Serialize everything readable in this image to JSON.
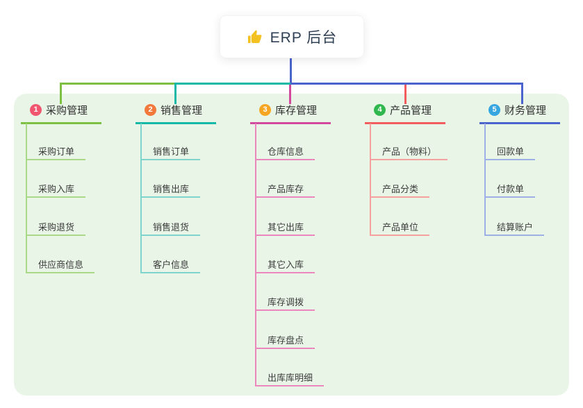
{
  "root": {
    "label": "ERP 后台",
    "icon": "thumbs-up-icon",
    "icon_color": "#f3c120",
    "drop_line_color": "#4b63cd"
  },
  "panel": {
    "background": "#e9f6e7"
  },
  "connector": {
    "spine_green": "#7dc142",
    "spine_teal": "#14b8a6",
    "spine_blue": "#4b63cd",
    "drop_magenta": "#d14a9d",
    "drop_red": "#f25c5c"
  },
  "branches": [
    {
      "number": "1",
      "label": "采购管理",
      "badge_color": "#f1566f",
      "line_color": "#7dc142",
      "child_line_color": "#a9d887",
      "children": [
        "采购订单",
        "采购入库",
        "采购退货",
        "供应商信息"
      ]
    },
    {
      "number": "2",
      "label": "销售管理",
      "badge_color": "#f2793b",
      "line_color": "#14b8a6",
      "child_line_color": "#7fd4cb",
      "children": [
        "销售订单",
        "销售出库",
        "销售退货",
        "客户信息"
      ]
    },
    {
      "number": "3",
      "label": "库存管理",
      "badge_color": "#f6a623",
      "line_color": "#d14a9d",
      "child_line_color": "#ec87be",
      "children": [
        "仓库信息",
        "产品库存",
        "其它出库",
        "其它入库",
        "库存调拨",
        "库存盘点",
        "出库库明细"
      ]
    },
    {
      "number": "4",
      "label": "产品管理",
      "badge_color": "#30b84e",
      "line_color": "#f25c5c",
      "child_line_color": "#f7a0a0",
      "children": [
        "产品（物料）",
        "产品分类",
        "产品单位"
      ]
    },
    {
      "number": "5",
      "label": "财务管理",
      "badge_color": "#36a5e0",
      "line_color": "#4b63cd",
      "child_line_color": "#9cb0e6",
      "children": [
        "回款单",
        "付款单",
        "结算账户"
      ]
    }
  ]
}
